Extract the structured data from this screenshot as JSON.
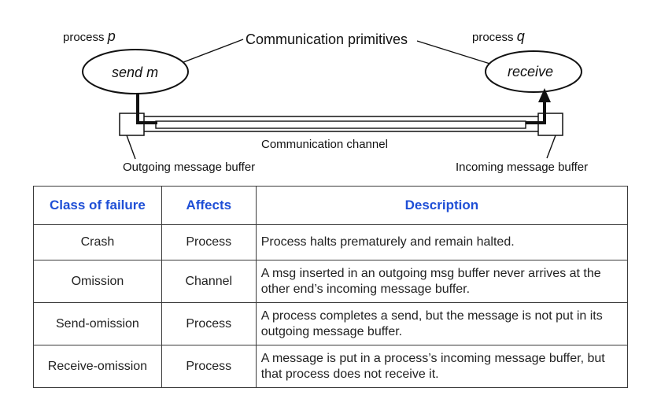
{
  "diagram": {
    "process_p_label": "process",
    "process_p_var": "p",
    "process_q_label": "process",
    "process_q_var": "q",
    "send_label": "send",
    "send_var": "m",
    "receive_label": "receive",
    "primitives_label": "Communication primitives",
    "channel_label": "Communication channel",
    "outgoing_label": "Outgoing message buffer",
    "incoming_label": "Incoming message buffer"
  },
  "table": {
    "header_color": "#1f4fd6",
    "headers": [
      "Class of failure",
      "Affects",
      "Description"
    ],
    "rows": [
      {
        "class": "Crash",
        "affects": "Process",
        "description": "Process halts prematurely and remain halted."
      },
      {
        "class": "Omission",
        "affects": "Channel",
        "description": "A msg inserted in an outgoing msg buffer never arrives at the other end’s incoming message buffer."
      },
      {
        "class": "Send-omission",
        "affects": "Process",
        "description": "A process completes a send, but the message is not put in its outgoing message buffer."
      },
      {
        "class": "Receive-omission",
        "affects": "Process",
        "description": "A message is put in a process’s incoming message buffer, but that process does not receive it."
      }
    ]
  }
}
